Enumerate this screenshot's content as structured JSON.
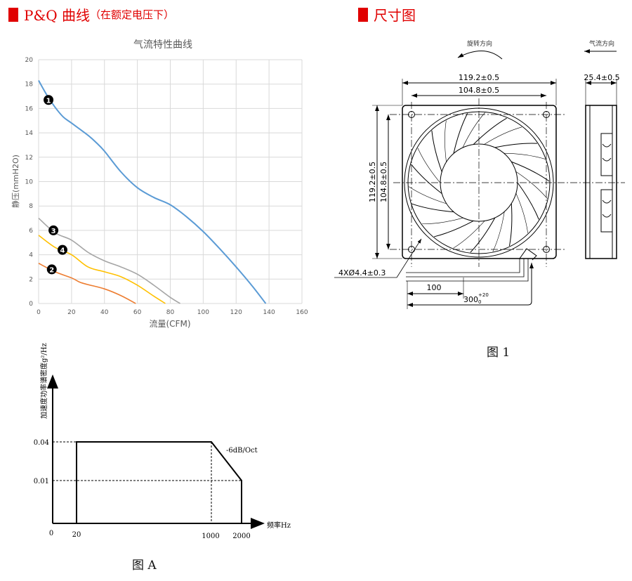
{
  "headers": {
    "pq": {
      "title": "P&Q 曲线",
      "subtitle": "（在额定电压下）"
    },
    "dim": {
      "title": "尺寸图"
    }
  },
  "colors": {
    "accent": "#e00000",
    "curve1": "#5b9bd5",
    "curve2": "#ed7d31",
    "curve3": "#a5a5a5",
    "curve4": "#ffc000"
  },
  "chart_data": [
    {
      "type": "line",
      "title": "气流特性曲线",
      "xlabel": "流量(CFM)",
      "ylabel": "静压(mmH2O)",
      "xlim": [
        0,
        160
      ],
      "ylim": [
        0,
        20
      ],
      "xticks": [
        "0",
        "20",
        "40",
        "60",
        "80",
        "100",
        "120",
        "140",
        "160"
      ],
      "yticks": [
        "0",
        "2",
        "4",
        "6",
        "8",
        "10",
        "12",
        "14",
        "16",
        "18",
        "20"
      ],
      "grid": true,
      "series": [
        {
          "name": "1",
          "marker": "❶",
          "label_at": [
            6,
            16.7
          ],
          "color": "#5b9bd5",
          "points": [
            [
              0,
              18.3
            ],
            [
              5,
              17.1
            ],
            [
              10,
              16.1
            ],
            [
              15,
              15.3
            ],
            [
              20,
              14.8
            ],
            [
              30,
              13.8
            ],
            [
              35,
              13.2
            ],
            [
              40,
              12.5
            ],
            [
              50,
              10.8
            ],
            [
              60,
              9.5
            ],
            [
              70,
              8.7
            ],
            [
              80,
              8.1
            ],
            [
              90,
              7.1
            ],
            [
              100,
              5.9
            ],
            [
              110,
              4.5
            ],
            [
              120,
              3.0
            ],
            [
              130,
              1.4
            ],
            [
              138,
              0
            ]
          ]
        },
        {
          "name": "2",
          "marker": "❷",
          "label_at": [
            8,
            2.8
          ],
          "color": "#ed7d31",
          "points": [
            [
              0,
              3.3
            ],
            [
              10,
              2.6
            ],
            [
              20,
              2.1
            ],
            [
              25,
              1.75
            ],
            [
              30,
              1.55
            ],
            [
              40,
              1.2
            ],
            [
              50,
              0.65
            ],
            [
              59,
              0
            ]
          ]
        },
        {
          "name": "3",
          "marker": "❸",
          "label_at": [
            9,
            6.0
          ],
          "color": "#a5a5a5",
          "points": [
            [
              0,
              7.0
            ],
            [
              10,
              5.8
            ],
            [
              20,
              5.2
            ],
            [
              30,
              4.2
            ],
            [
              40,
              3.5
            ],
            [
              50,
              3.0
            ],
            [
              60,
              2.4
            ],
            [
              70,
              1.5
            ],
            [
              80,
              0.5
            ],
            [
              86,
              0
            ]
          ]
        },
        {
          "name": "4",
          "marker": "❹",
          "label_at": [
            14.5,
            4.4
          ],
          "color": "#ffc000",
          "points": [
            [
              0,
              5.6
            ],
            [
              10,
              4.6
            ],
            [
              20,
              4.0
            ],
            [
              30,
              3.0
            ],
            [
              40,
              2.6
            ],
            [
              50,
              2.2
            ],
            [
              60,
              1.5
            ],
            [
              70,
              0.6
            ],
            [
              77,
              0
            ]
          ]
        }
      ]
    },
    {
      "type": "line",
      "title": "图 A",
      "xlabel": "频率Hz",
      "ylabel": "加速度功率谱密度g²/Hz",
      "xticks": [
        "0",
        "20",
        "1000",
        "2000"
      ],
      "yticks": [
        "0.01",
        "0.04"
      ],
      "annotation": "-6dB/Oct",
      "points": [
        [
          20,
          0
        ],
        [
          20,
          0.04
        ],
        [
          1000,
          0.04
        ],
        [
          2000,
          0.01
        ],
        [
          2000,
          0
        ]
      ]
    }
  ],
  "dimensions": {
    "rotation_label": "旋转方向",
    "airflow_label": "气流方向",
    "width_outer": "119.2±0.5",
    "width_holes": "104.8±0.5",
    "height_outer": "119.2±0.5",
    "height_holes": "104.8±0.5",
    "depth": "25.4±0.5",
    "hole": "4XØ4.4±0.3",
    "strip_len": "100",
    "cable_len": "300",
    "cable_tol_upper": "+20",
    "cable_tol_lower": "0",
    "caption": "图 1"
  }
}
